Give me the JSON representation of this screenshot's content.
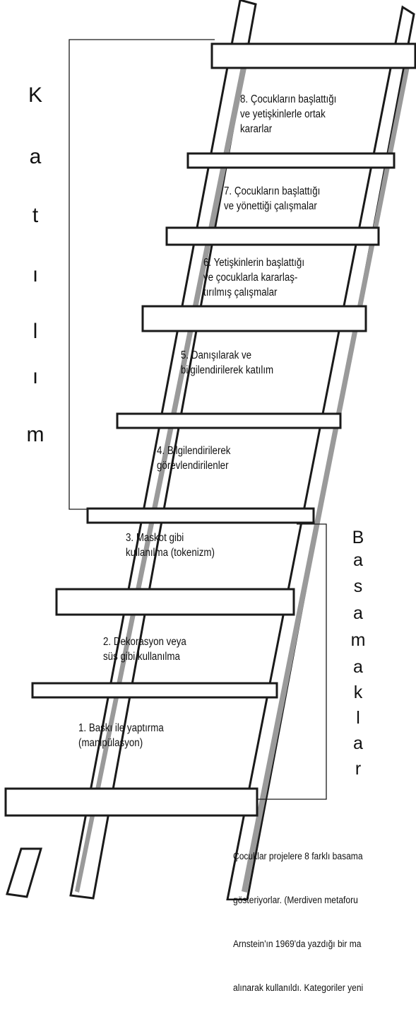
{
  "steps": [
    {
      "id": 8,
      "label": "8. Çocukların başlattığı\nve yetişkinlerle ortak\nkararlar"
    },
    {
      "id": 7,
      "label": "7. Çocukların başlattığı\nve yönettiği çalışmalar"
    },
    {
      "id": 6,
      "label": "6. Yetişkinlerin başlattığı\nve çocuklarla kararlaş-\ntırılmış çalışmalar"
    },
    {
      "id": 5,
      "label": "5. Danışılarak ve\nbilgilendirilerek katılım"
    },
    {
      "id": 4,
      "label": "4. Bilgilendirilerek\ngörevlendirilenler"
    },
    {
      "id": 3,
      "label": "3. Maskot gibi\nkullanılma (tokenizm)"
    },
    {
      "id": 2,
      "label": "2. Dekorasyon veya\nsüs gibi kullanılma"
    },
    {
      "id": 1,
      "label": "1. Baskı ile yaptırma\n(manipülasyon)"
    }
  ],
  "katilim_bracket": {
    "letters": [
      "K",
      "a",
      "t",
      "ı",
      "l",
      "ı",
      "m"
    ]
  },
  "basamaklar_bracket": {
    "letters": [
      "B",
      "a",
      "s",
      "a",
      "m",
      "a",
      "k",
      "l",
      "a",
      "r"
    ]
  },
  "caption": {
    "lines": [
      "Çocuklar projelere 8 farklı basama",
      "gösteriyorlar. (Merdiven metaforu",
      "Arnstein'ın 1969'da yazdığı bir ma",
      "alınarak kullanıldı. Kategoriler yeni"
    ]
  },
  "colors": {
    "ink": "#1a1a1a",
    "rail_shadow": "#9a9a9a",
    "paper": "#ffffff"
  }
}
